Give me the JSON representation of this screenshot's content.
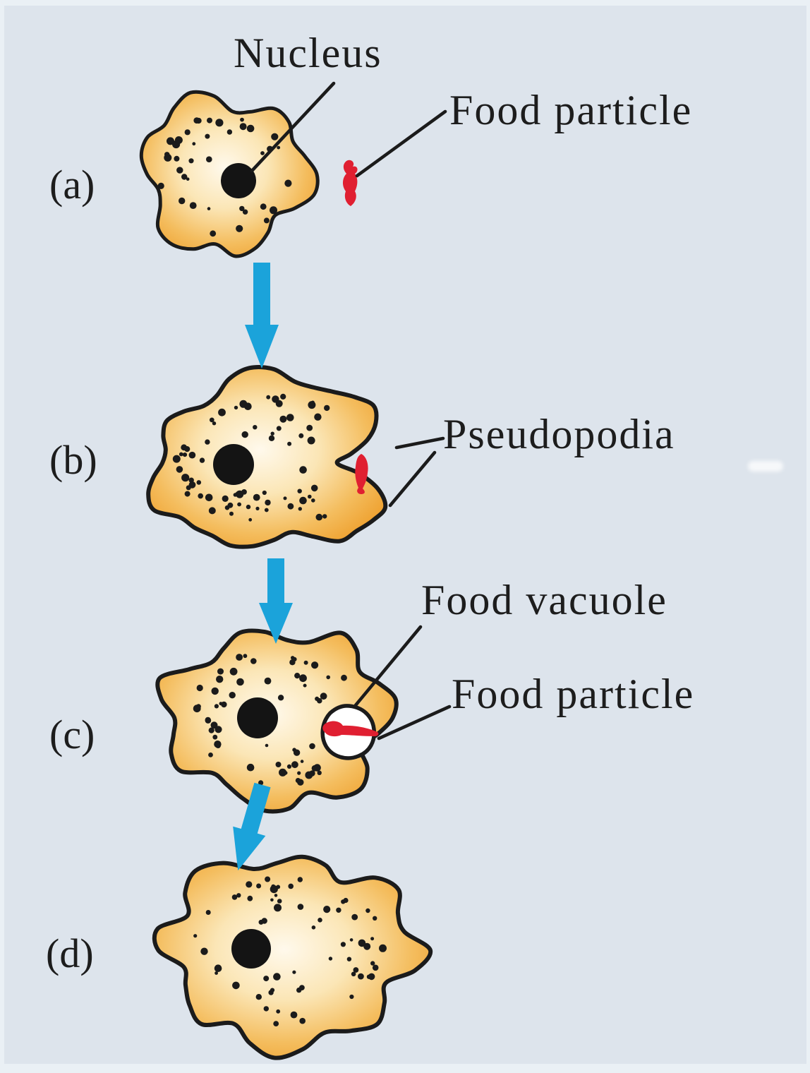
{
  "colors": {
    "background": "#dde4ec",
    "page_edge": "#eaf0f5",
    "outline": "#1b1b1b",
    "nucleus": "#141414",
    "arrow": "#1ba3da",
    "food": "#e01f31",
    "vacuole": "#ffffff",
    "amoeba_center": "#fff9ec",
    "amoeba_light": "#fbe6b6",
    "amoeba_mid": "#f4bd5e",
    "amoeba_edge": "#efa231",
    "label_text": "#1d1d1d"
  },
  "labels": {
    "stage_a": "(a)",
    "stage_b": "(b)",
    "stage_c": "(c)",
    "stage_d": "(d)"
  },
  "annotations": {
    "nucleus": "Nucleus",
    "food_particle_top": "Food particle",
    "pseudopodia": "Pseudopodia",
    "food_vacuole": "Food vacuole",
    "food_particle_bottom": "Food particle"
  }
}
